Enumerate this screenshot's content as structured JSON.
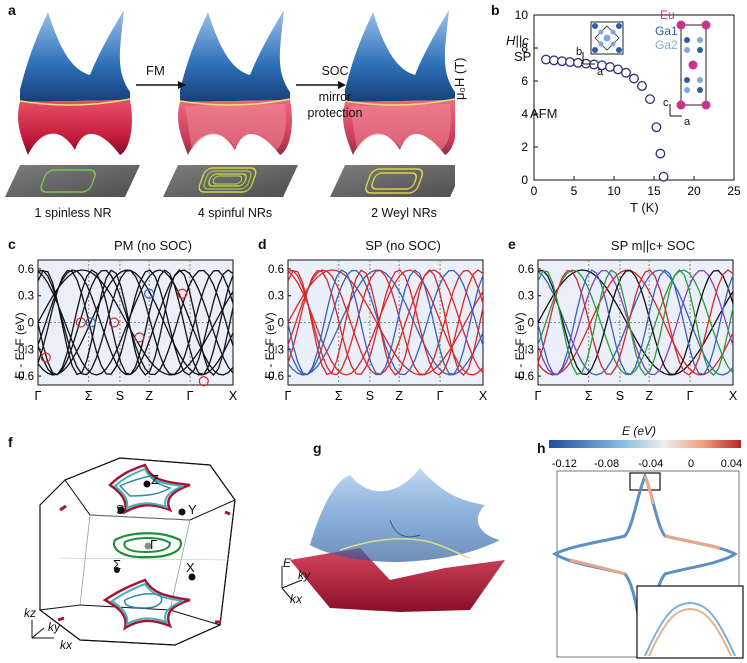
{
  "panel_labels": {
    "a": "a",
    "b": "b",
    "c": "c",
    "d": "d",
    "e": "e",
    "f": "f",
    "g": "g",
    "h": "h"
  },
  "panel_a": {
    "arrow1": "FM",
    "arrow2_l1": "SOC",
    "arrow2_l2": "mirror",
    "arrow2_l3": "protection",
    "cap1": "1 spinless NR",
    "cap2": "4 spinful NRs",
    "cap3": "2 Weyl NRs"
  },
  "panel_b": {
    "field_label": "H||c",
    "sp_label": "SP",
    "afm_label": "AFM",
    "ylabel": "μ₀H (T)",
    "xlabel": "T (K)",
    "yticks": [
      "0",
      "2",
      "4",
      "6",
      "8",
      "10"
    ],
    "xticks": [
      "0",
      "5",
      "10",
      "15",
      "20",
      "25"
    ],
    "legend": [
      "Eu",
      "Ga1",
      "Ga2"
    ],
    "inset_axes": [
      "b",
      "a",
      "c",
      "a"
    ],
    "colors": {
      "eu": "#c8328c",
      "ga1": "#2c5fa8",
      "ga2": "#7fa9d8",
      "points": "#2a2f7a"
    }
  },
  "chart_data": {
    "type": "scatter",
    "xlabel": "T (K)",
    "ylabel": "μ₀H (T)",
    "xlim": [
      0,
      25
    ],
    "ylim": [
      0,
      10
    ],
    "series": [
      {
        "values": [
          [
            1.5,
            7.3
          ],
          [
            2.5,
            7.25
          ],
          [
            3.5,
            7.2
          ],
          [
            4.5,
            7.15
          ],
          [
            5.5,
            7.1
          ],
          [
            6.5,
            7.05
          ],
          [
            7.5,
            7.0
          ],
          [
            8.5,
            6.95
          ],
          [
            9.5,
            6.85
          ],
          [
            10.5,
            6.7
          ],
          [
            11.5,
            6.5
          ],
          [
            12.5,
            6.15
          ],
          [
            13.5,
            5.7
          ],
          [
            14.5,
            4.9
          ],
          [
            15.3,
            3.2
          ],
          [
            15.8,
            1.6
          ],
          [
            16.2,
            0.2
          ]
        ]
      }
    ]
  },
  "band_panels": [
    {
      "title": "PM (no SOC)",
      "ylabel": "E - E_F (eV)"
    },
    {
      "title": "SP (no SOC)",
      "ylabel": "E - E_F (eV)"
    },
    {
      "title": "SP m||c+ SOC",
      "ylabel": "E - E_F (eV)"
    }
  ],
  "band_yticks": [
    "0.6",
    "0.3",
    "0",
    "-0.3",
    "-0.6"
  ],
  "band_xticks": [
    "Γ",
    "Σ",
    "S",
    "Z",
    "Γ",
    "X"
  ],
  "panel_f": {
    "points": [
      "Z",
      "S",
      "Y",
      "Γ",
      "Σ",
      "X"
    ],
    "axes": [
      "kz",
      "ky",
      "kx"
    ]
  },
  "panel_g": {
    "axes": [
      "E",
      "ky",
      "kx"
    ]
  },
  "panel_h": {
    "title": "E (eV)",
    "ticks": [
      "-0.12",
      "-0.08",
      "-0.04",
      "0",
      "0.04"
    ]
  }
}
